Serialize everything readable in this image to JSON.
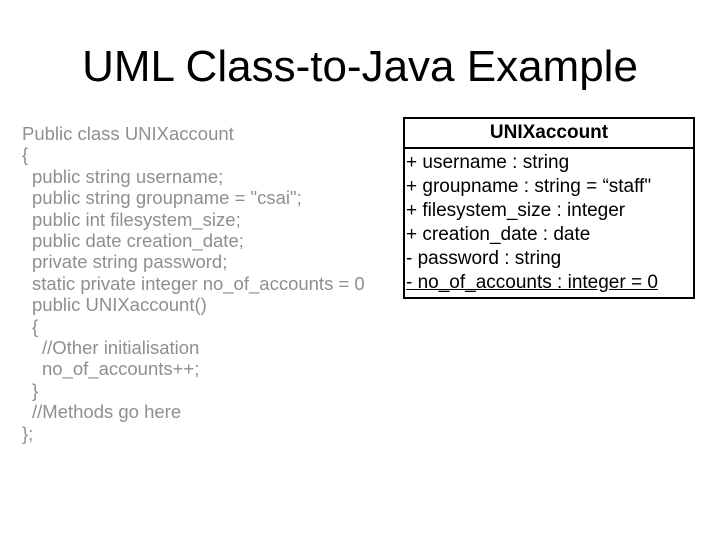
{
  "slide": {
    "title": "UML Class-to-Java Example",
    "background_color": "#ffffff",
    "title_color": "#000000",
    "code_color": "#8f8f8f",
    "box_border_color": "#000000"
  },
  "code": {
    "lines": [
      {
        "indent": 0,
        "text": "Public class UNIXaccount"
      },
      {
        "indent": 0,
        "text": "{"
      },
      {
        "indent": 1,
        "text": "public string username;"
      },
      {
        "indent": 1,
        "text": "public string groupname = \"csai\";"
      },
      {
        "indent": 1,
        "text": "public int filesystem_size;"
      },
      {
        "indent": 1,
        "text": "public date creation_date;"
      },
      {
        "indent": 1,
        "text": "private string password;"
      },
      {
        "indent": 1,
        "text": "static private integer no_of_accounts = 0"
      },
      {
        "indent": 1,
        "text": "public UNIXaccount()"
      },
      {
        "indent": 1,
        "text": "{"
      },
      {
        "indent": 2,
        "text": "//Other initialisation"
      },
      {
        "indent": 2,
        "text": "no_of_accounts++;"
      },
      {
        "indent": 1,
        "text": "}"
      },
      {
        "indent": 1,
        "text": "//Methods go here"
      },
      {
        "indent": 0,
        "text": "};"
      }
    ]
  },
  "uml_class": {
    "name": "UNIXaccount",
    "attributes": [
      {
        "text": "+ username : string",
        "static": false
      },
      {
        "text": "+ groupname : string = “staff\"",
        "static": false
      },
      {
        "text": "+ filesystem_size : integer",
        "static": false
      },
      {
        "text": "+ creation_date : date",
        "static": false
      },
      {
        "text": "- password : string",
        "static": false
      },
      {
        "text": "- no_of_accounts : integer = 0",
        "static": true
      }
    ]
  }
}
